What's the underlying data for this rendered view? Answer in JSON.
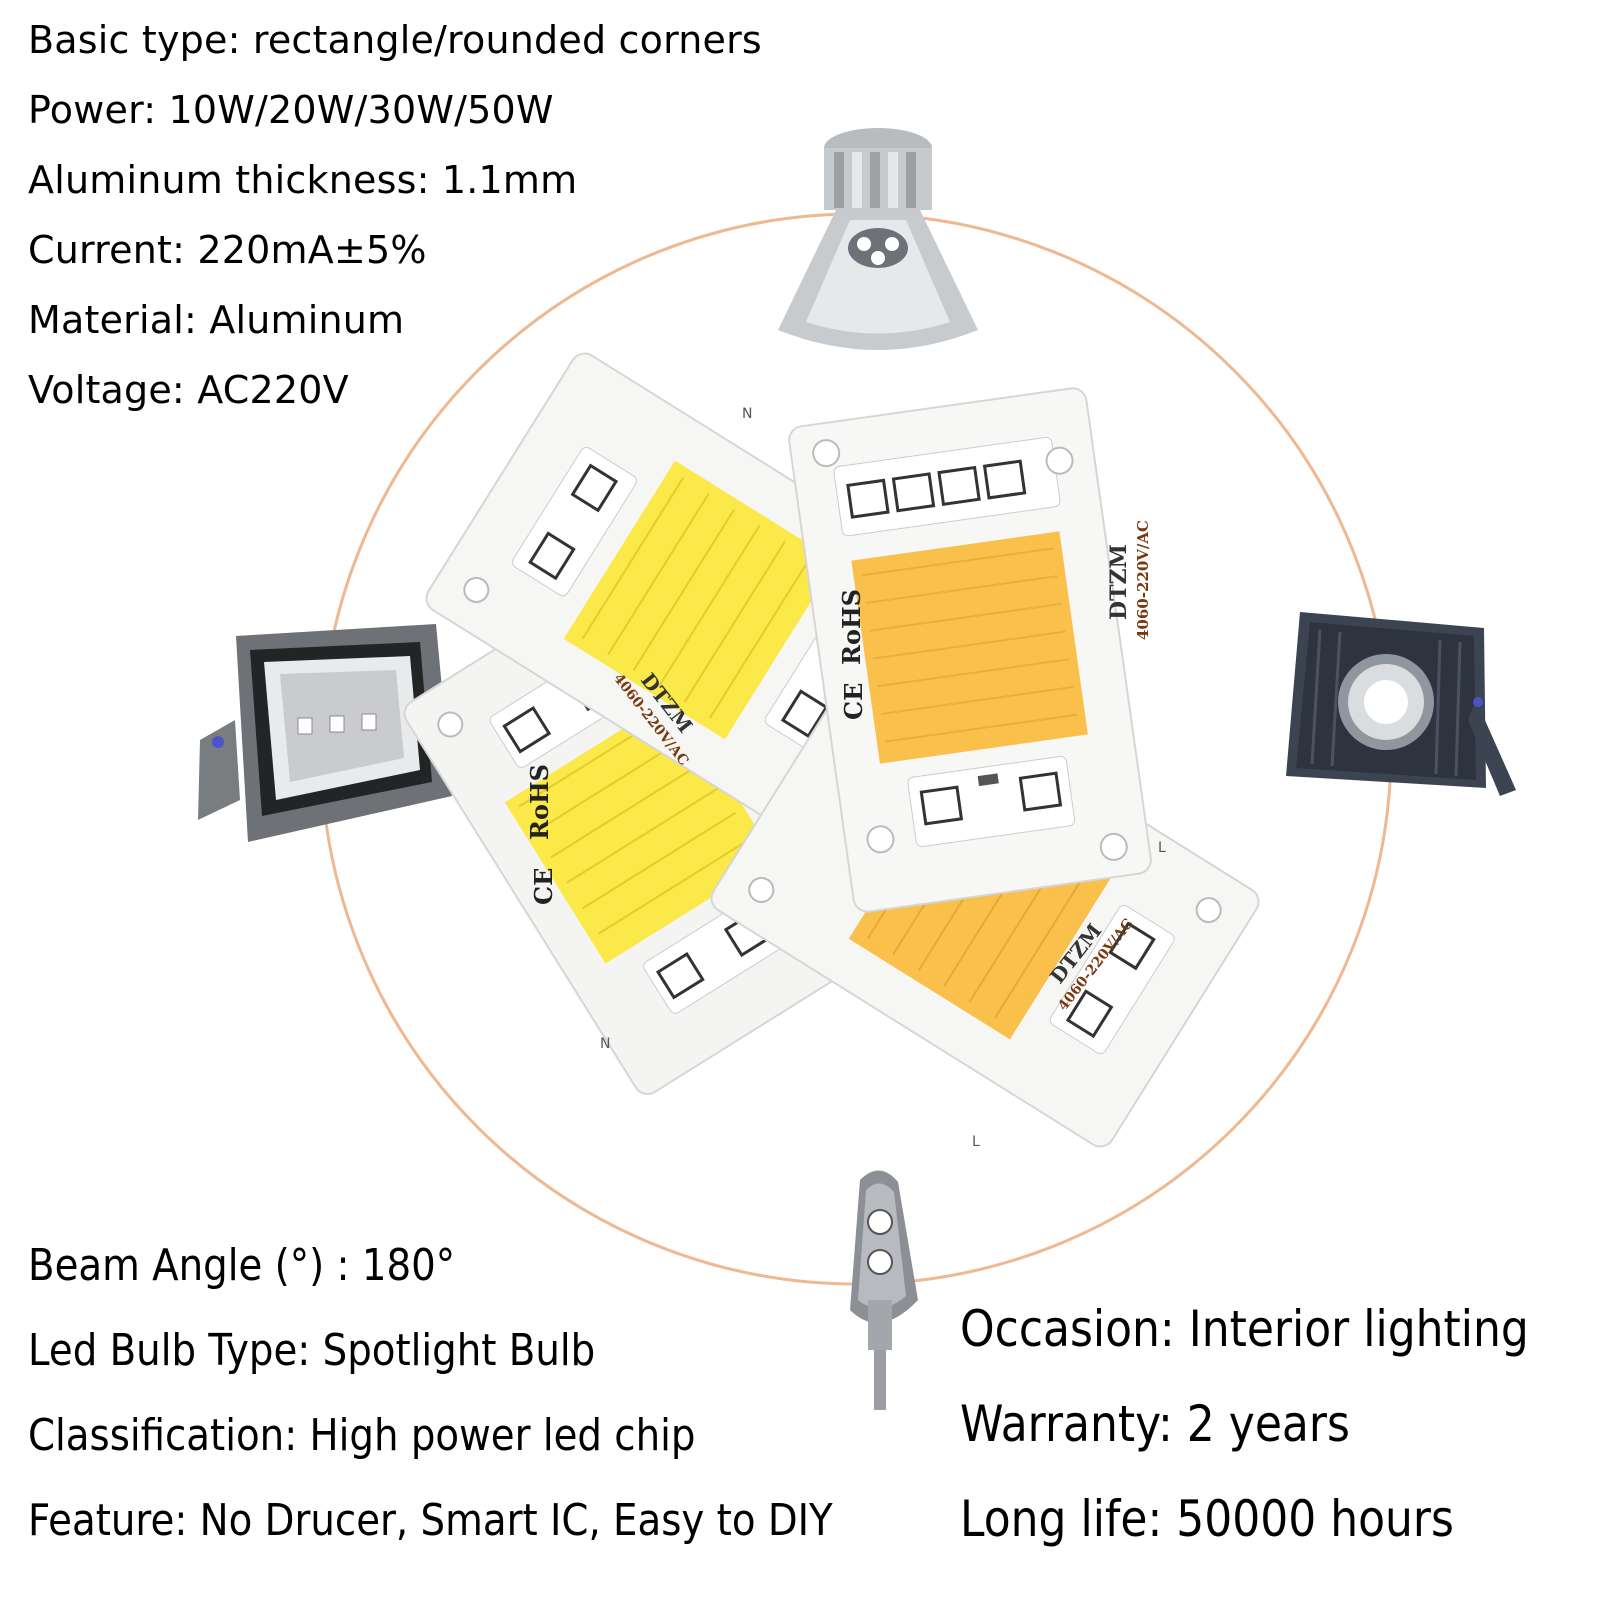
{
  "top_specs": [
    {
      "label": "Basic type",
      "value": "rectangle/rounded corners"
    },
    {
      "label": "Power",
      "value": "10W/20W/30W/50W"
    },
    {
      "label": "Aluminum thickness",
      "value": "1.1mm"
    },
    {
      "label": "Current",
      "value": "220mA±5%"
    },
    {
      "label": "Material",
      "value": "Aluminum"
    },
    {
      "label": "Voltage",
      "value": "AC220V"
    }
  ],
  "top_lines": [
    "Basic type: rectangle/rounded corners",
    "Power: 10W/20W/30W/50W",
    "Aluminum thickness: 1.1mm",
    "Current: 220mA±5%",
    "Material: Aluminum",
    "Voltage: AC220V"
  ],
  "bottom_left_lines": [
    "Beam Angle (°) : 180°",
    "Led Bulb Type: Spotlight Bulb",
    "Classification: High power led chip",
    "Feature: No Drucer, Smart IC, Easy to DIY"
  ],
  "bottom_right_lines": [
    "Occasion: Interior lighting",
    "Warranty: 2 years",
    "Long life: 50000 hours"
  ],
  "chip_markings": {
    "brand": "DTZM",
    "model": "4060-220V/AC",
    "rohs": "RoHS",
    "ce": "CE",
    "pin_n": "N",
    "pin_l": "L"
  },
  "colors": {
    "circle": "#f0b890",
    "cool_white": "#fbe94a",
    "warm_white": "#f9c04c",
    "board": "#f4f4f2"
  }
}
